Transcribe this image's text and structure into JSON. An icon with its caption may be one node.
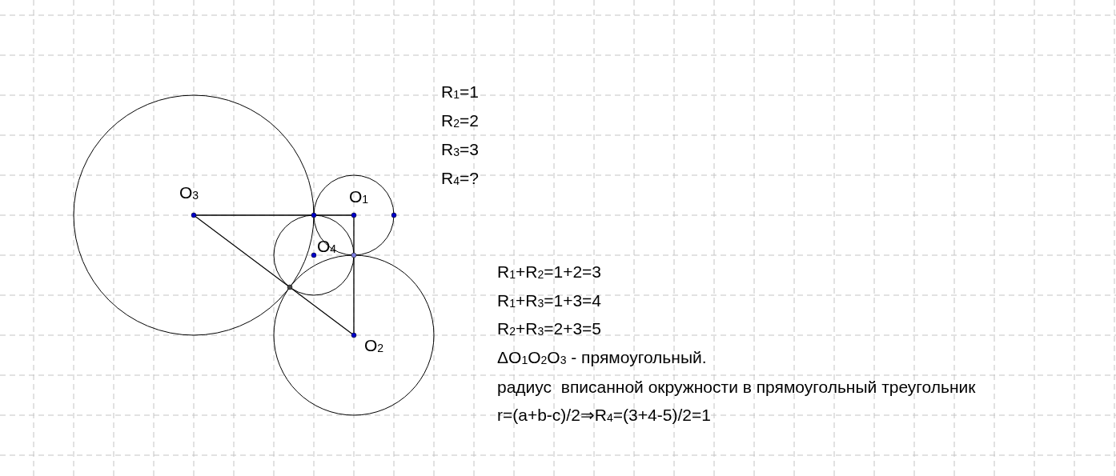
{
  "diagram": {
    "labels": [
      "R$_{1}$=1",
      "R$_{2}$=2",
      "R$_{3}$=3",
      "R$_{4}$=?",
      "O$_{3}$",
      "O$_{1}$",
      "O$_{4}$",
      "R$_{1}$+R$_{2}$=1+2=3",
      "R$_{1}$+R$_{3}$=1+3=4",
      "R$_{2}$+R$_{3}$=2+3=5",
      "O$_{2}$",
      "ΔO$_{1}$O$_{2}$O$_{3}$ - прямоугольный.",
      "радиус  вписанной окружности в прямоугольный треугольник",
      "r=(a+b-c)/2⇒R$_{4}$=(3+4-5)/2=1"
    ]
  }
}
